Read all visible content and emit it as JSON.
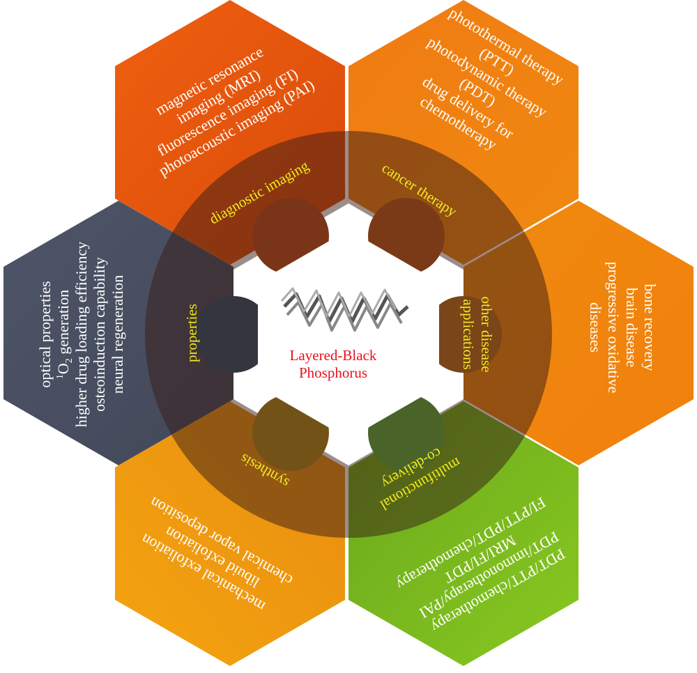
{
  "center": {
    "title_line1": "Layered-Black",
    "title_line2": "Phosphorus"
  },
  "ring_labels": {
    "diagnostic": "diagnostic imaging",
    "cancer": "cancer therapy",
    "other_1": "other disease",
    "other_2": "applications",
    "multi_1": "multifunctional",
    "multi_2": "co-delivery",
    "synthesis": "synthesis",
    "properties": "properties"
  },
  "hexagons": {
    "diagnostic": [
      "magnetic resonance",
      "imaging (MRI)",
      "fluorescence imaging (FI)",
      "photoacoustic imaging (PAI)"
    ],
    "cancer": [
      "photothermal therapy",
      "(PTT)",
      "photodynamic therapy",
      "(PDT)",
      "drug delivery for",
      "chemotherapy"
    ],
    "other": [
      "bone recovery",
      "brain disease",
      "progressive oxidative",
      "diseases"
    ],
    "multi": [
      "PDT/PTT/chemotherapy",
      "PDT/immonotherapy/PAI",
      "MRI/FI/PDT",
      "FI/PTT/PDT/chemotherapy"
    ],
    "synthesis": [
      "mechanical exfoliation",
      "libuid exfoliation",
      "chemical vapor deposition"
    ],
    "properties": {
      "line1": "optical properties",
      "line2_sup": "1",
      "line2_main": "O",
      "line2_sub": "2",
      "line2_rest": " generation",
      "line3": "higher drug loading efficiency",
      "line4": "osteoinduction capability",
      "line5": "neural regeneration"
    }
  },
  "colors": {
    "diagnostic": "#e85a0c",
    "cancer": "#f07a12",
    "other": "#f08a10",
    "multi": "#7cb820",
    "synthesis": "#f09a10",
    "properties": "#4a5060",
    "ring_text": "#f4ec1c",
    "center_text": "#e8101c"
  }
}
